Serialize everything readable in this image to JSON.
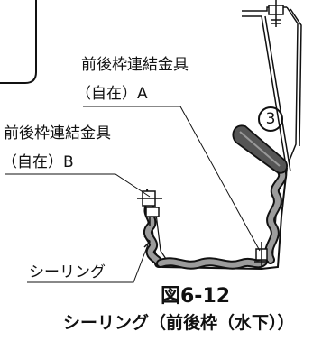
{
  "labels": {
    "fitting_a_line1": "前後枠連結金具",
    "fitting_a_line2": "（自在）A",
    "fitting_b_line1": "前後枠連結金具",
    "fitting_b_line2": "（自在）B",
    "sealing": "シーリング",
    "step_number": "3"
  },
  "figure": {
    "number": "図6-12",
    "caption": "シーリング（前後枠（水下））"
  },
  "colors": {
    "line": "#111111",
    "sealant_fill": "#9c9c9c",
    "background": "#ffffff"
  }
}
